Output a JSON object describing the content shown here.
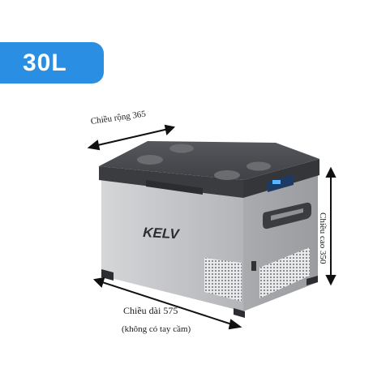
{
  "badge": {
    "text": "30L"
  },
  "product": {
    "brand_logo": "KELV"
  },
  "dimensions": {
    "width_label": "Chiều rộng 365",
    "height_label": "Chiều cao 350",
    "length_label": "Chiều dài 575",
    "length_note": "(không có tay cầm)"
  },
  "colors": {
    "badge": "#2a8fe2",
    "lid": "#4b4d52",
    "body": "#c9cbce"
  }
}
